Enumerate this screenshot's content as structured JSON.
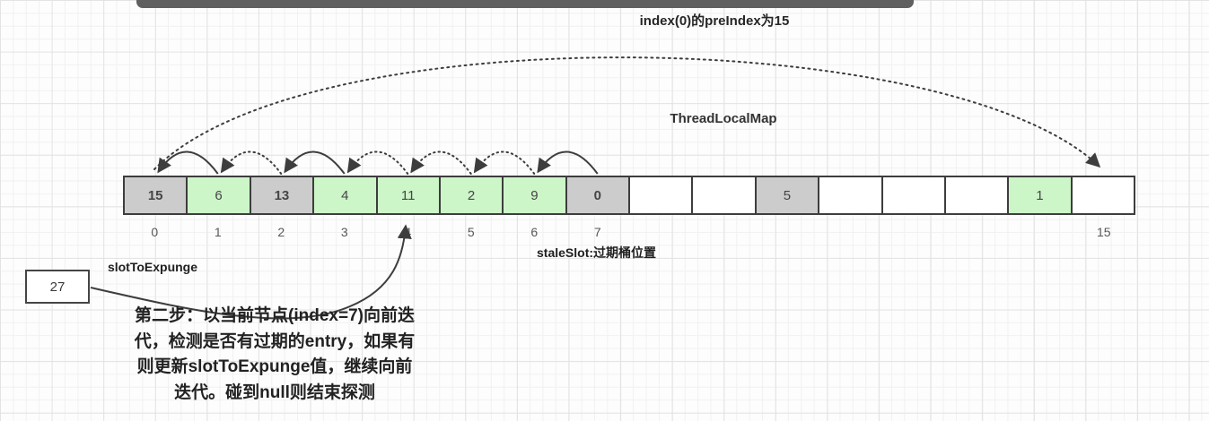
{
  "title": "index(0)的preIndex为15",
  "map_label": "ThreadLocalMap",
  "array": {
    "cells": [
      {
        "value": "15",
        "fill": "gray",
        "bold": true
      },
      {
        "value": "6",
        "fill": "green",
        "bold": false
      },
      {
        "value": "13",
        "fill": "gray",
        "bold": true
      },
      {
        "value": "4",
        "fill": "green",
        "bold": false
      },
      {
        "value": "11",
        "fill": "green",
        "bold": false
      },
      {
        "value": "2",
        "fill": "green",
        "bold": false
      },
      {
        "value": "9",
        "fill": "green",
        "bold": false
      },
      {
        "value": "0",
        "fill": "gray",
        "bold": true
      },
      {
        "value": "",
        "fill": "white",
        "bold": false
      },
      {
        "value": "",
        "fill": "white",
        "bold": false
      },
      {
        "value": "5",
        "fill": "gray",
        "bold": false
      },
      {
        "value": "",
        "fill": "white",
        "bold": false
      },
      {
        "value": "",
        "fill": "white",
        "bold": false
      },
      {
        "value": "",
        "fill": "white",
        "bold": false
      },
      {
        "value": "1",
        "fill": "green",
        "bold": false
      },
      {
        "value": "",
        "fill": "white",
        "bold": false
      }
    ],
    "index_labels": [
      {
        "cell": 0,
        "text": "0"
      },
      {
        "cell": 1,
        "text": "1"
      },
      {
        "cell": 2,
        "text": "2"
      },
      {
        "cell": 3,
        "text": "3"
      },
      {
        "cell": 4,
        "text": "4"
      },
      {
        "cell": 5,
        "text": "5"
      },
      {
        "cell": 6,
        "text": "6"
      },
      {
        "cell": 7,
        "text": "7"
      },
      {
        "cell": 15,
        "text": "15"
      }
    ],
    "colors": {
      "gray": "#cccccc",
      "green": "#ccf5c8",
      "white": "#ffffff",
      "border": "#3d3d3d",
      "stroke": "#3d3d3d",
      "top_bar": "#606060"
    }
  },
  "arcs": [
    {
      "from": 1,
      "to": 0,
      "style": "solid"
    },
    {
      "from": 2,
      "to": 1,
      "style": "dotted"
    },
    {
      "from": 3,
      "to": 2,
      "style": "solid"
    },
    {
      "from": 4,
      "to": 3,
      "style": "dotted"
    },
    {
      "from": 5,
      "to": 4,
      "style": "dotted"
    },
    {
      "from": 6,
      "to": 5,
      "style": "dotted"
    },
    {
      "from": 7,
      "to": 6,
      "style": "solid"
    }
  ],
  "wrap_arrow": {
    "from_index": 0,
    "to_index": 15,
    "style": "dotted"
  },
  "labels": {
    "slot_to_expunge": "slotToExpunge",
    "stale_slot": "staleSlot:过期桶位置"
  },
  "note_box": {
    "value": "27"
  },
  "description_lines": [
    "第二步：以当前节点(index=7)向前迭",
    "代，检测是否有过期的entry，如果有",
    "则更新slotToExpunge值，继续向前",
    "迭代。碰到null则结束探测"
  ]
}
